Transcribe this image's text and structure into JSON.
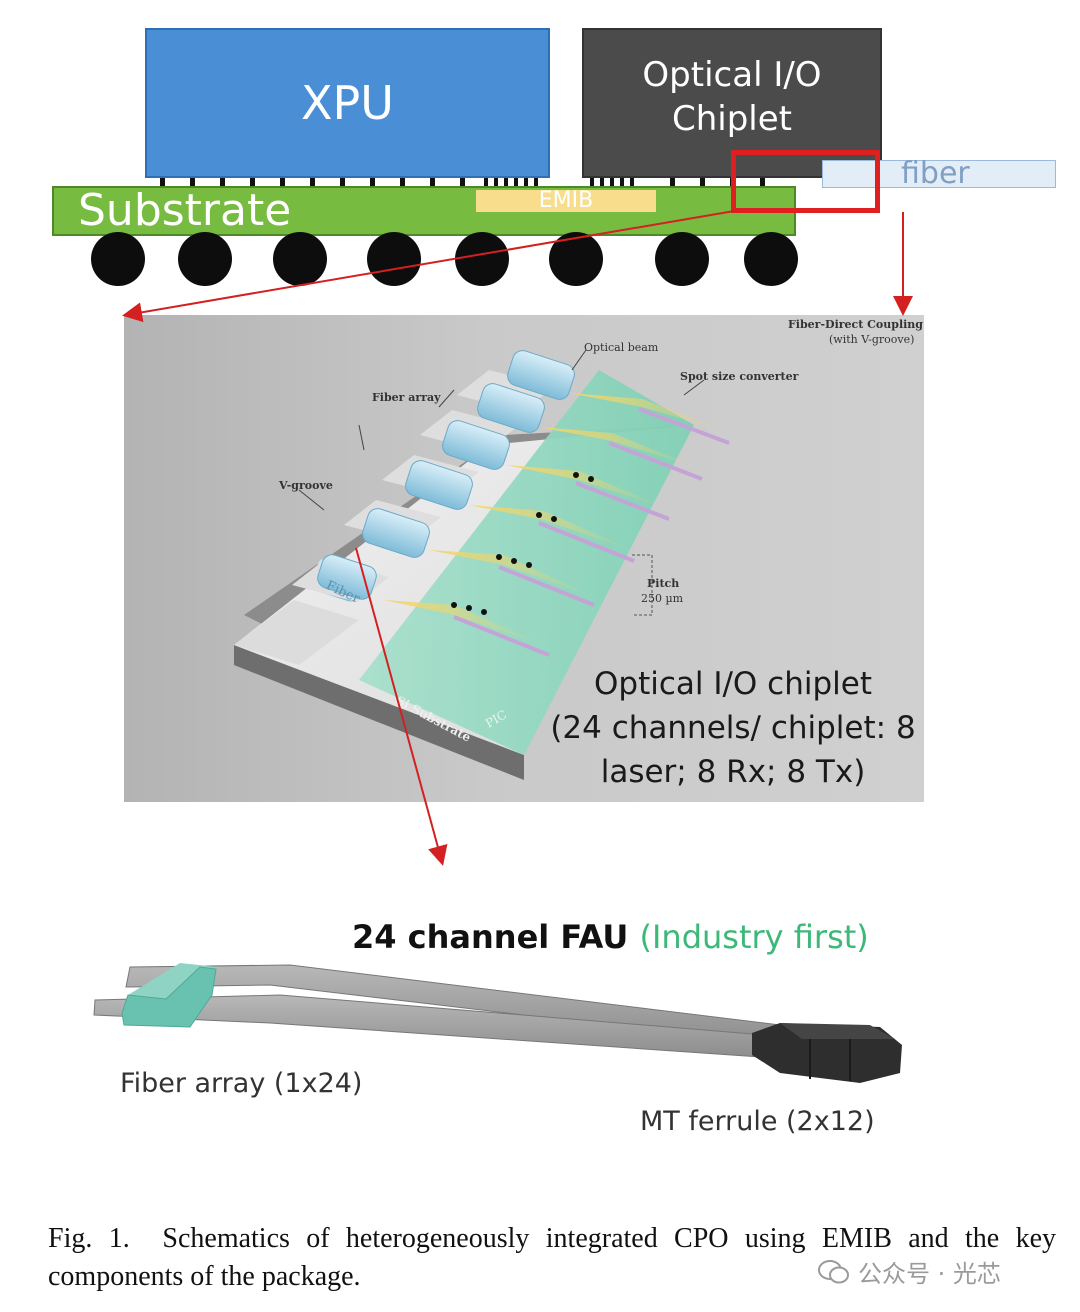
{
  "package": {
    "xpu_label": "XPU",
    "optical_io_line1": "Optical I/O",
    "optical_io_line2": "Chiplet",
    "substrate_label": "Substrate",
    "emib_label": "EMIB",
    "fiber_label": "fiber"
  },
  "detail": {
    "coupling_title": "Fiber-Direct Coupling",
    "coupling_sub": "(with V-groove)",
    "optical_beam": "Optical beam",
    "spot_size_converter": "Spot size converter",
    "fiber_array": "Fiber array",
    "v_groove": "V-groove",
    "pitch_label": "Pitch",
    "pitch_value": "250 µm",
    "fiber_on_part": "Fiber",
    "si_substrate": "Si Substrate",
    "pic": "PIC",
    "chiplet_caption_line1": "Optical I/O chiplet",
    "chiplet_caption_line2": "(24 channels/ chiplet: 8",
    "chiplet_caption_line3": "laser; 8 Rx; 8 Tx)"
  },
  "fau": {
    "title": "24 channel FAU",
    "title_note": "(Industry first)",
    "fiber_array_label": "Fiber array (1x24)",
    "ferrule_label": "MT ferrule (2x12)"
  },
  "caption": {
    "text": "Fig. 1.  Schematics of heterogeneously integrated CPO using EMIB and the key components of the package."
  },
  "watermark": {
    "text": "公众号 · 光芯"
  },
  "colors": {
    "xpu": "#4a8fd6",
    "chiplet": "#4b4b4b",
    "substrate": "#77bb41",
    "emib": "#f8dd8c",
    "highlight": "#e02020",
    "industry_first": "#3cb878"
  }
}
